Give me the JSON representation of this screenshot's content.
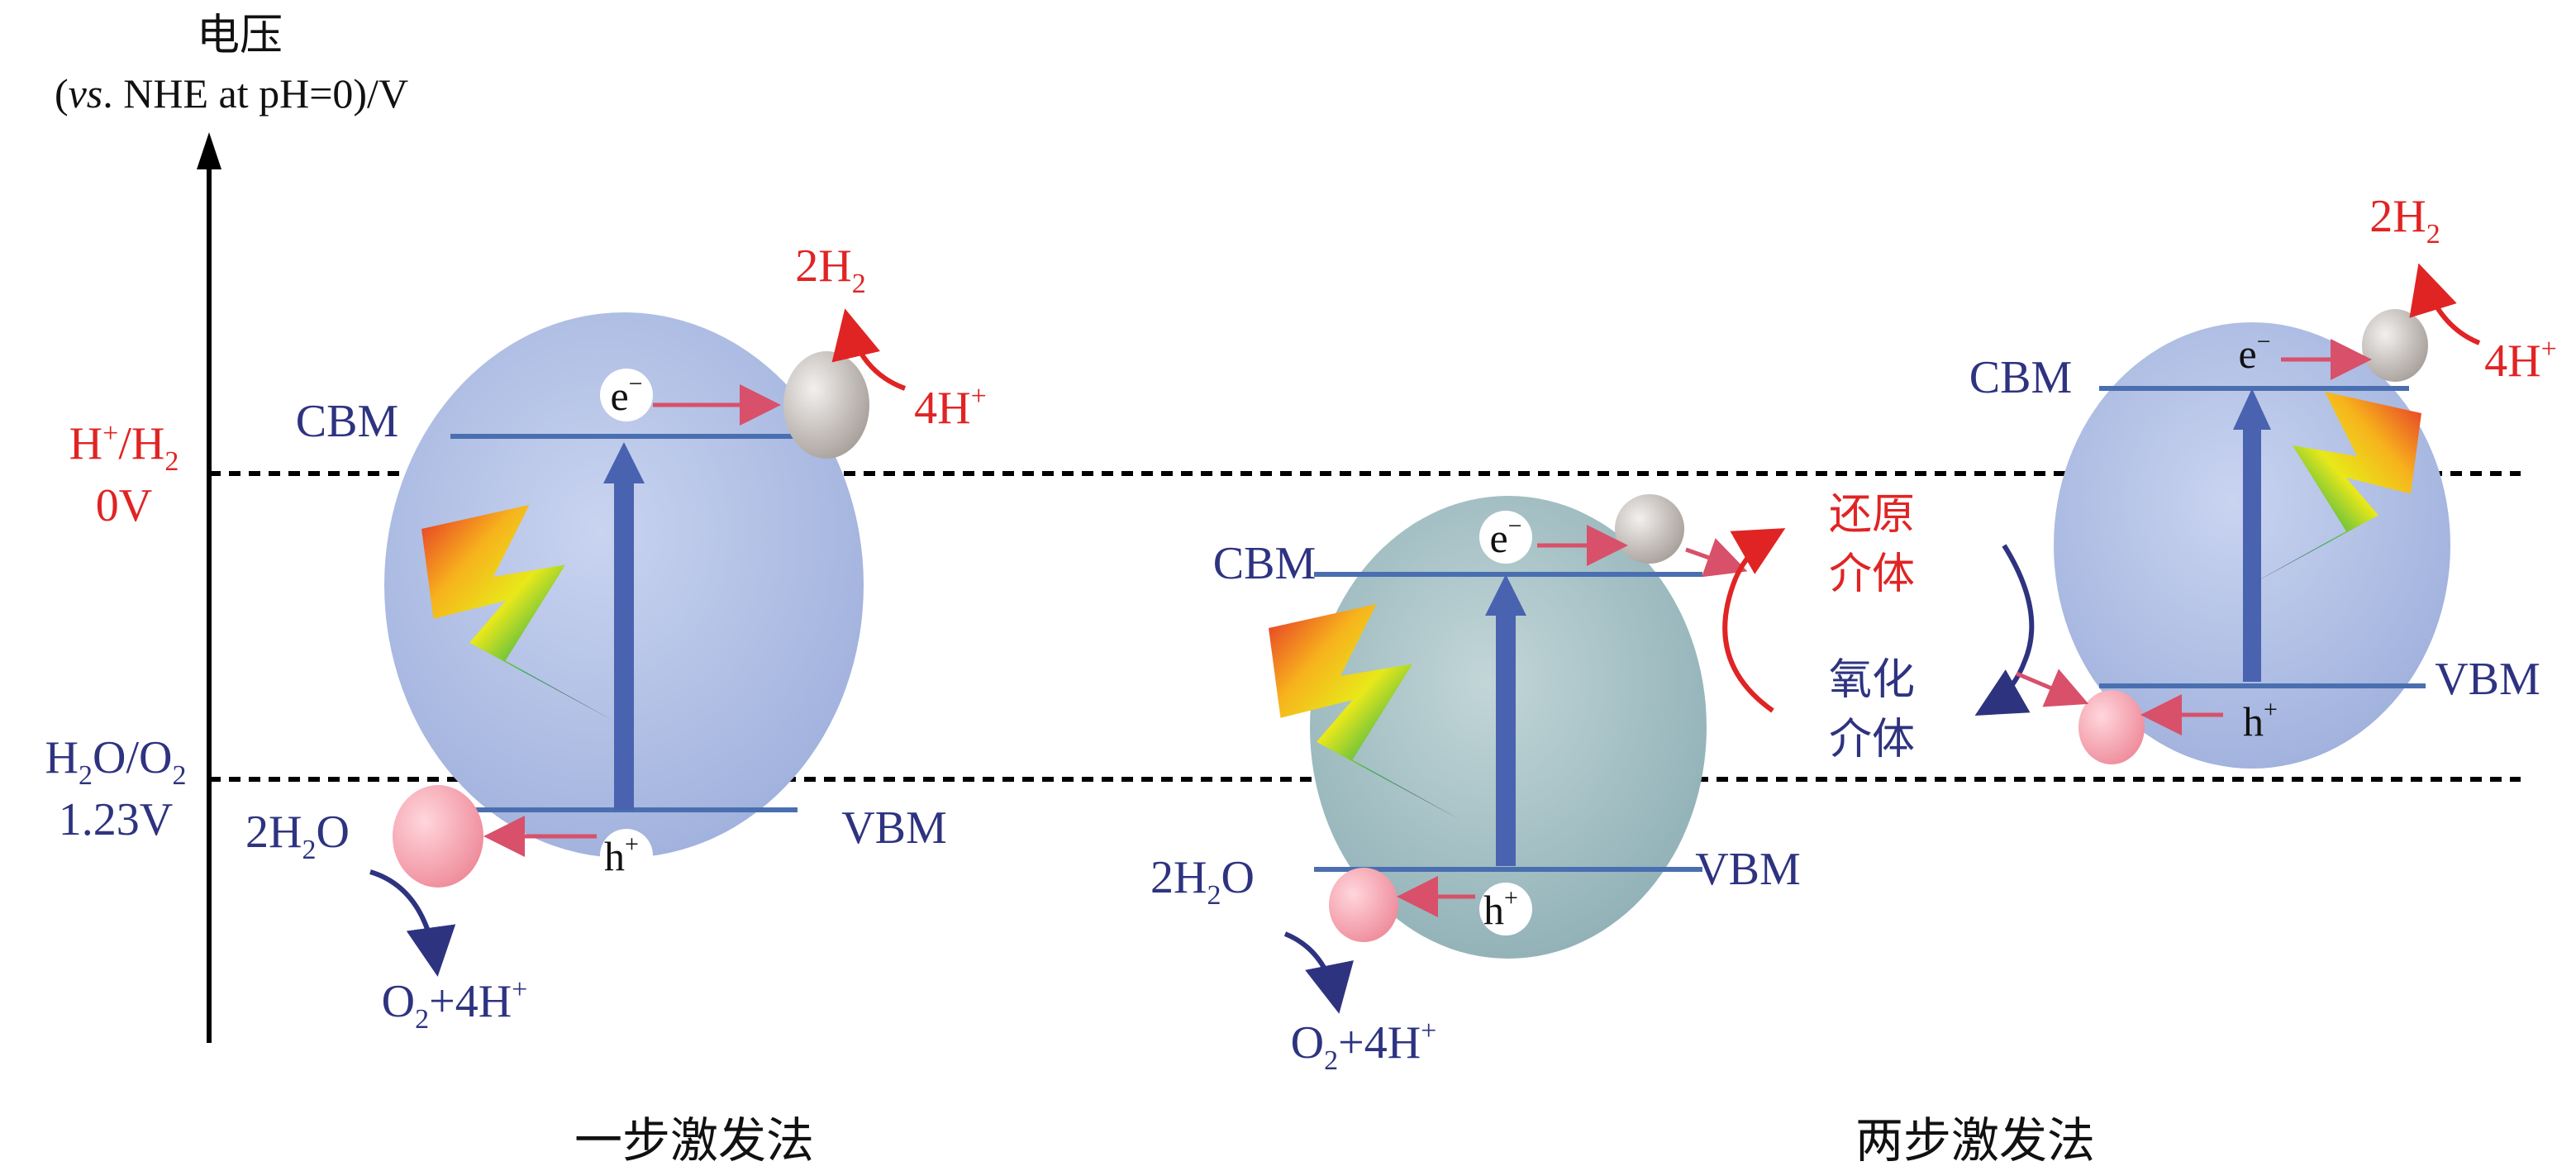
{
  "axis": {
    "title_line1": "电压",
    "title_line2_italic": "vs",
    "title_line2_rest": ". NHE at pH=0)/V",
    "title_line2_open": "("
  },
  "levels": {
    "h2_label": {
      "base": "H",
      "sup": "+",
      "slash": "/H",
      "sub": "2"
    },
    "h2_value": "0V",
    "o2_label": {
      "base": "H",
      "sub1": "2",
      "mid": "O/O",
      "sub2": "2"
    },
    "o2_value": "1.23V"
  },
  "particles": {
    "cbm": "CBM",
    "vbm": "VBM",
    "electron": {
      "base": "e",
      "sup": "−"
    },
    "hole": {
      "base": "h",
      "sup": "+"
    }
  },
  "reactions": {
    "h2": {
      "coef": "2H",
      "sub": "2"
    },
    "proton": {
      "base": "4H",
      "sup": "+"
    },
    "water": {
      "pre": "2H",
      "sub": "2",
      "post": "O"
    },
    "oxygen": {
      "pre": "O",
      "sub": "2",
      "post": "+4H",
      "sup": "+"
    }
  },
  "mediators": {
    "reduced_line1": "还原",
    "reduced_line2": "介体",
    "oxidized_line1": "氧化",
    "oxidized_line2": "介体"
  },
  "captions": {
    "one_step": "一步激发法",
    "two_step": "两步激发法"
  },
  "colors": {
    "navy": "#2e3380",
    "red": "#e02424",
    "band_line": "#4a6fb0",
    "particle_blue": "#b8c6e8",
    "particle_teal": "#9fbcc2"
  }
}
